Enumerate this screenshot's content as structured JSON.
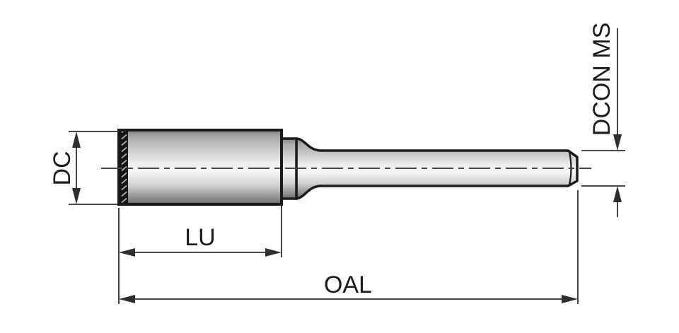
{
  "diagram": {
    "type": "technical-dimension-drawing",
    "subject": "cylindrical grinding pin with shank",
    "labels": {
      "dc": "DC",
      "lu": "LU",
      "oal": "OAL",
      "dcon_ms": "DCON MS"
    },
    "colors": {
      "background": "#ffffff",
      "outline": "#1b1b1b",
      "dimension": "#2e2e2e",
      "text": "#1b1b1b",
      "centerline": "#474747",
      "grit_base": "#171717",
      "grit_tick": "#bdbdbd",
      "metal_edge_top": "#828282",
      "metal_upper": "#a9a9a9",
      "metal_light": "#efefef",
      "metal_highlight": "#f6f6f6",
      "metal_lower": "#cfcfcf",
      "metal_deep": "#8f8f8f",
      "metal_shadow": "#6b6b6b"
    }
  }
}
